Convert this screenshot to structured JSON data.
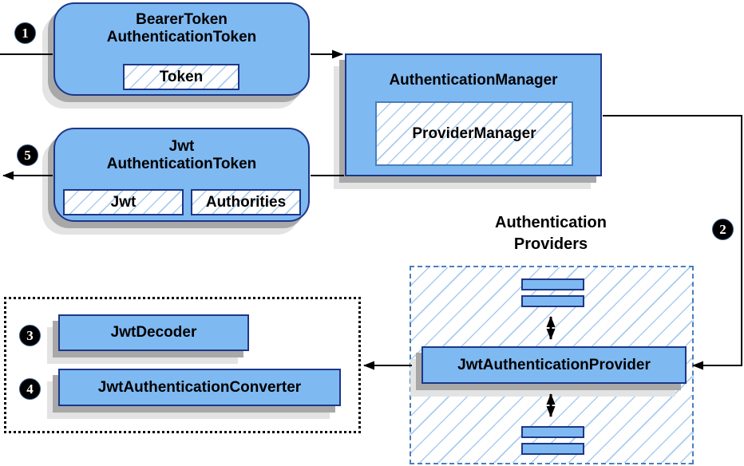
{
  "diagram": {
    "steps": {
      "s1": "1",
      "s2": "2",
      "s3": "3",
      "s4": "4",
      "s5": "5"
    },
    "boxes": {
      "bearer_token": {
        "line1": "BearerToken",
        "line2": "AuthenticationToken",
        "inner": "Token"
      },
      "jwt_token": {
        "line1": "Jwt",
        "line2": "AuthenticationToken",
        "inner1": "Jwt",
        "inner2": "Authorities"
      },
      "auth_manager": {
        "title": "AuthenticationManager",
        "inner": "ProviderManager"
      },
      "providers_group": {
        "label_line1": "Authentication",
        "label_line2": "Providers"
      },
      "jwt_provider": {
        "title": "JwtAuthenticationProvider"
      },
      "jwt_decoder": {
        "title": "JwtDecoder"
      },
      "jwt_converter": {
        "title": "JwtAuthenticationConverter"
      }
    },
    "colors": {
      "box_fill": "#7fb9f2",
      "box_border": "#1d3787",
      "hatch_line": "#a9ccf0",
      "dashed_border_blue": "#4a7ebb",
      "dotted_border_black": "#000000",
      "shadow_dark": "#a8a8a8",
      "shadow_light": "#e3e3e3",
      "badge_bg": "#000000",
      "badge_text": "#ffffff",
      "arrow": "#000000"
    }
  }
}
